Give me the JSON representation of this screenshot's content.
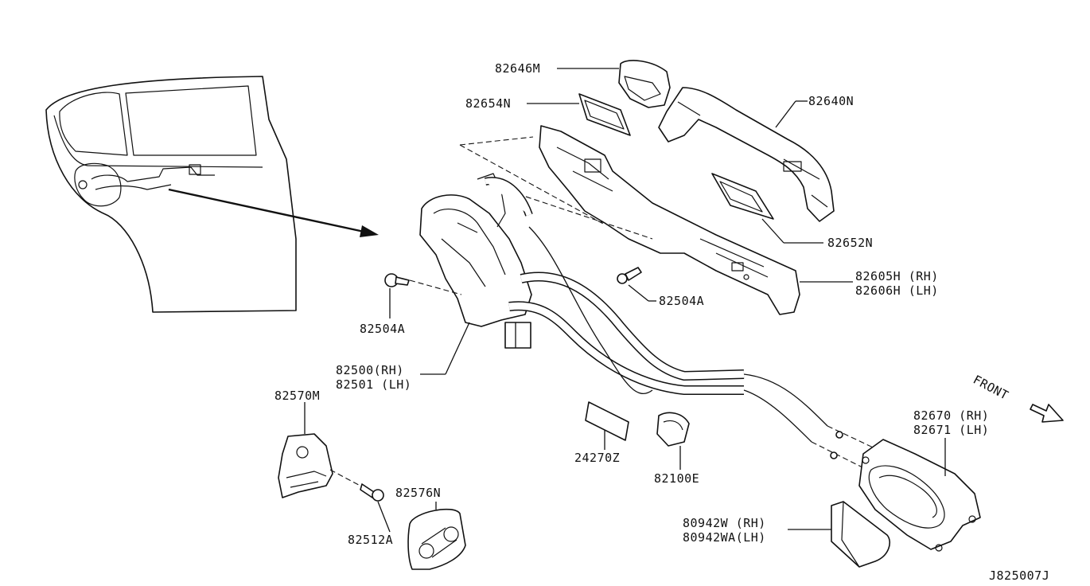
{
  "labels": {
    "p82646M": "82646M",
    "p82654N": "82654N",
    "p82640N": "82640N",
    "p82652N": "82652N",
    "p82605H": "82605H (RH)",
    "p82606H": "82606H (LH)",
    "p82504A_right": "82504A",
    "p82504A_left": "82504A",
    "p82500": "82500(RH)",
    "p82501": "82501 (LH)",
    "p82570M": "82570M",
    "p82576N": "82576N",
    "p82512A": "82512A",
    "p24270Z": "24270Z",
    "p82100E": "82100E",
    "p82670": "82670 (RH)",
    "p82671": "82671 (LH)",
    "p80942W": "80942W  (RH)",
    "p80942WA": "80942WA(LH)",
    "front": "FRONT",
    "diagram_id": "J825007J"
  },
  "colors": {
    "ink": "#111111",
    "paper": "#ffffff"
  }
}
